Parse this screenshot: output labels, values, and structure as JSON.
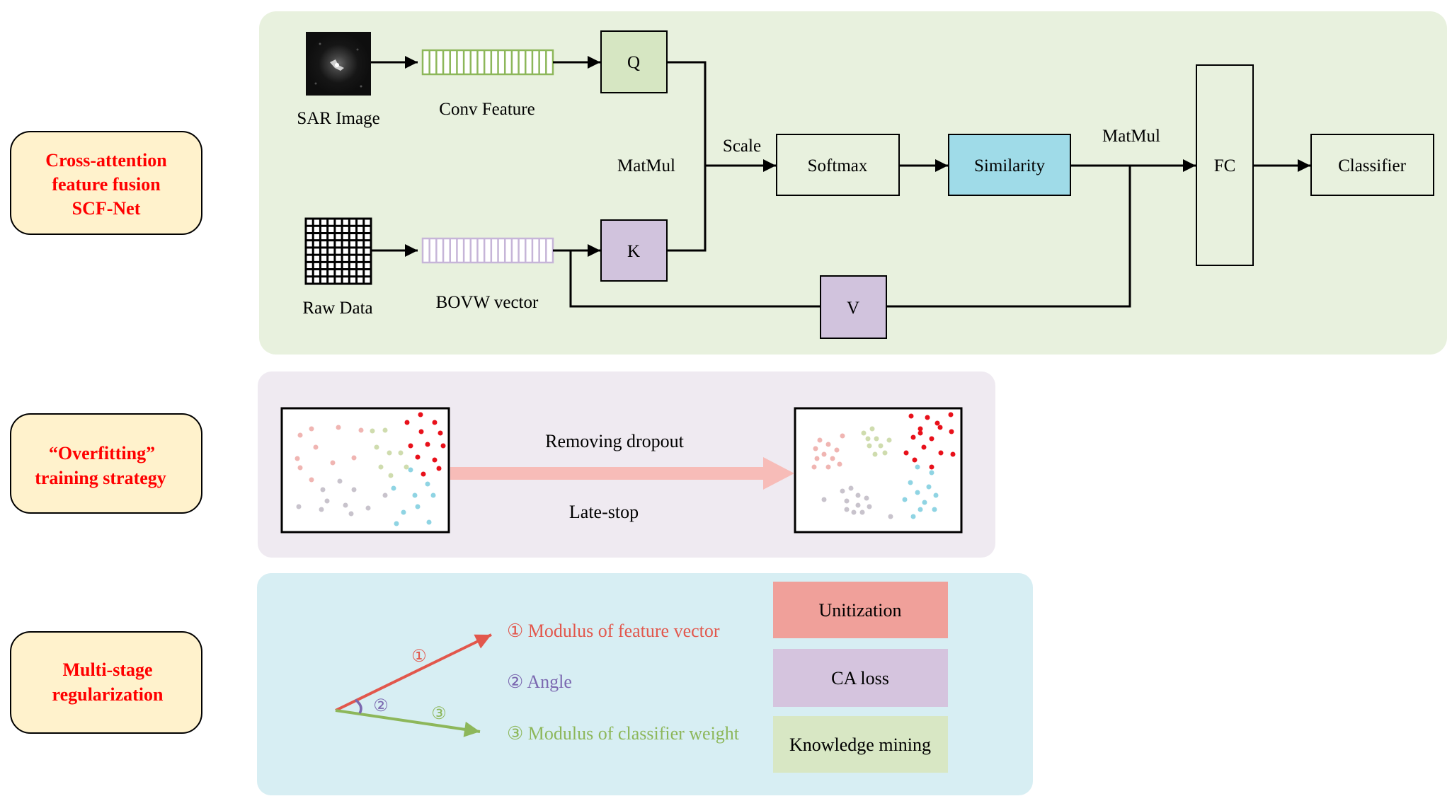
{
  "labels": {
    "cross_attention": [
      "Cross-attention",
      "feature fusion",
      "SCF-Net"
    ],
    "overfitting": [
      "“Overfitting”",
      "training strategy"
    ],
    "multistage": [
      "Multi-stage",
      "regularization"
    ]
  },
  "attention": {
    "sar_image": "SAR Image",
    "raw_data": "Raw Data",
    "conv_feature": "Conv Feature",
    "bovw_vector": "BOVW vector",
    "q": "Q",
    "k": "K",
    "v": "V",
    "matmul_left": "MatMul",
    "scale": "Scale",
    "softmax": "Softmax",
    "similarity": "Similarity",
    "matmul_right": "MatMul",
    "fc": "FC",
    "classifier": "Classifier"
  },
  "strategy": {
    "removing_dropout": "Removing dropout",
    "late_stop": "Late-stop"
  },
  "regularization": {
    "mark1": "①",
    "mark2": "②",
    "mark3": "③",
    "item1": "①  Modulus of feature vector",
    "item2": "② Angle",
    "item3": "③ Modulus of classifier weight",
    "unitization": "Unitization",
    "ca_loss": "CA loss",
    "knowledge_mining": "Knowledge mining"
  },
  "colors": {
    "panel_green": "#e8f1de",
    "panel_purple": "#efeaf1",
    "panel_blue": "#d7eef3",
    "label_box": "#fff2cc",
    "label_text": "#ff0000",
    "q_box": "#d6e6c2",
    "kv_box": "#d1c3dd",
    "similarity_box": "#9fdbe8",
    "unitization_box": "#f0a09a",
    "ca_loss_box": "#d5c4de",
    "knowledge_box": "#d8e7c4",
    "red_arrow": "#e2574c",
    "purple_mark": "#7b68b0",
    "green_arrow": "#8db75a"
  }
}
